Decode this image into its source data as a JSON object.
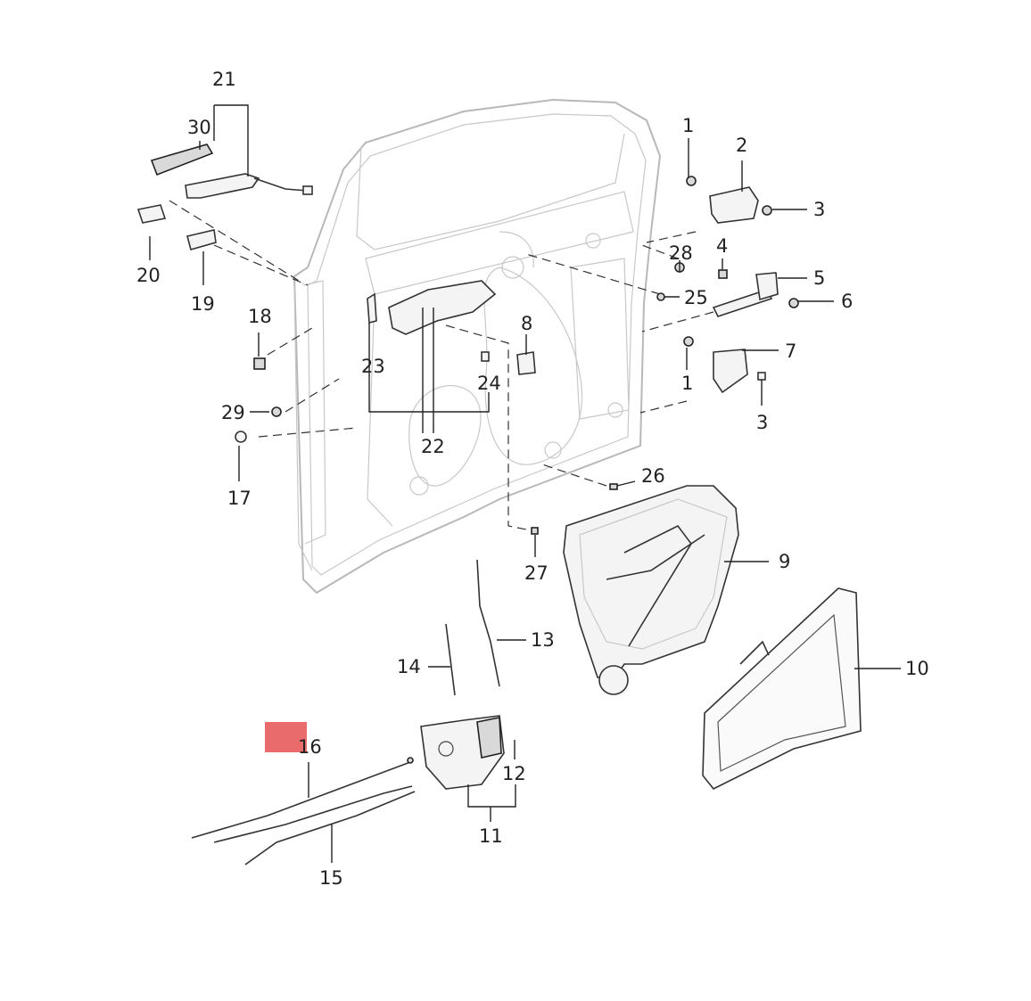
{
  "callouts": {
    "c1a": "1",
    "c1b": "1",
    "c2": "2",
    "c3a": "3",
    "c3b": "3",
    "c4": "4",
    "c5": "5",
    "c6": "6",
    "c7": "7",
    "c8": "8",
    "c9": "9",
    "c10": "10",
    "c11": "11",
    "c12": "12",
    "c13": "13",
    "c14": "14",
    "c15": "15",
    "c16": "16",
    "c17": "17",
    "c18": "18",
    "c19": "19",
    "c20": "20",
    "c21": "21",
    "c22": "22",
    "c23": "23",
    "c24": "24",
    "c25": "25",
    "c26": "26",
    "c27": "27",
    "c28": "28",
    "c29": "29",
    "c30": "30"
  },
  "colors": {
    "highlight_marker": "#e96b6b",
    "line_art": "#333333",
    "door_frame": "#b8b8b8",
    "background": "#ffffff"
  }
}
